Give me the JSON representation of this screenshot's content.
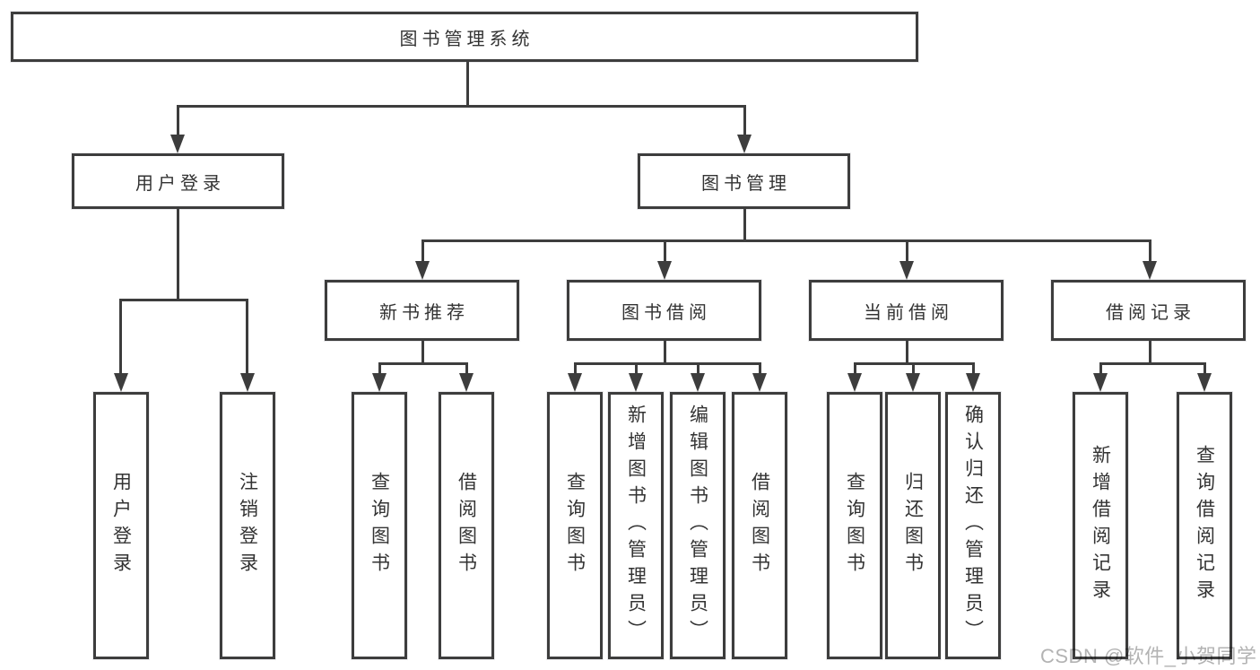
{
  "tree": {
    "root": "图书管理系统",
    "login": {
      "label": "用户登录",
      "leaves": [
        "用户登录",
        "注销登录"
      ]
    },
    "management": {
      "label": "图书管理",
      "groups": [
        {
          "label": "新书推荐",
          "leaves": [
            "查询图书",
            "借阅图书"
          ]
        },
        {
          "label": "图书借阅",
          "leaves": [
            "查询图书",
            "新增图书（管理员）",
            "编辑图书（管理员）",
            "借阅图书"
          ]
        },
        {
          "label": "当前借阅",
          "leaves": [
            "查询图书",
            "归还图书",
            "确认归还（管理员）"
          ]
        },
        {
          "label": "借阅记录",
          "leaves": [
            "新增借阅记录",
            "查询借阅记录"
          ]
        }
      ]
    }
  },
  "watermark": {
    "text": "CSDN @软件_小贺同学",
    "color": "#b3b3b3"
  },
  "colors": {
    "line": "#3d3d3d",
    "box_border": "#3d3d3d",
    "text": "#333333",
    "background": "#ffffff"
  }
}
